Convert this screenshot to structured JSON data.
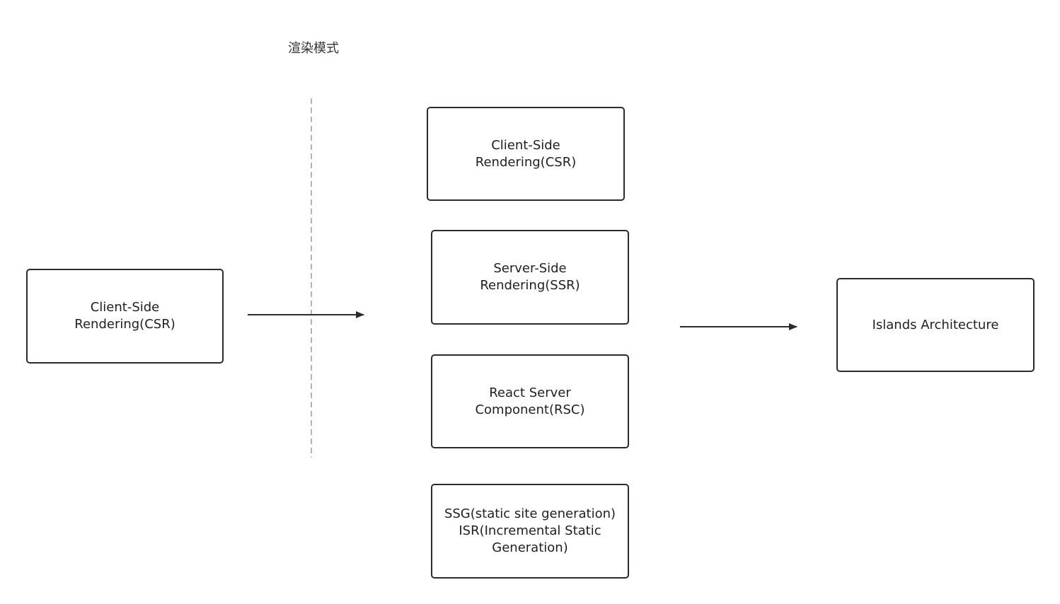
{
  "diagram": {
    "title": "渲染模式",
    "nodes": {
      "left_csr": "Client-Side\nRendering(CSR)",
      "csr": "Client-Side\nRendering(CSR)",
      "ssr": "Server-Side\nRendering(SSR)",
      "rsc": "React Server\nComponent(RSC)",
      "ssg_isr": "SSG(static site generation)\nISR(Incremental Static\nGeneration)",
      "islands": "Islands Architecture"
    },
    "edges": [
      {
        "from": "left_csr",
        "to": "modes"
      },
      {
        "from": "modes",
        "to": "islands"
      }
    ],
    "colors": {
      "stroke": "#2b2b2b",
      "divider": "#9a9a9a",
      "background": "#ffffff"
    }
  }
}
